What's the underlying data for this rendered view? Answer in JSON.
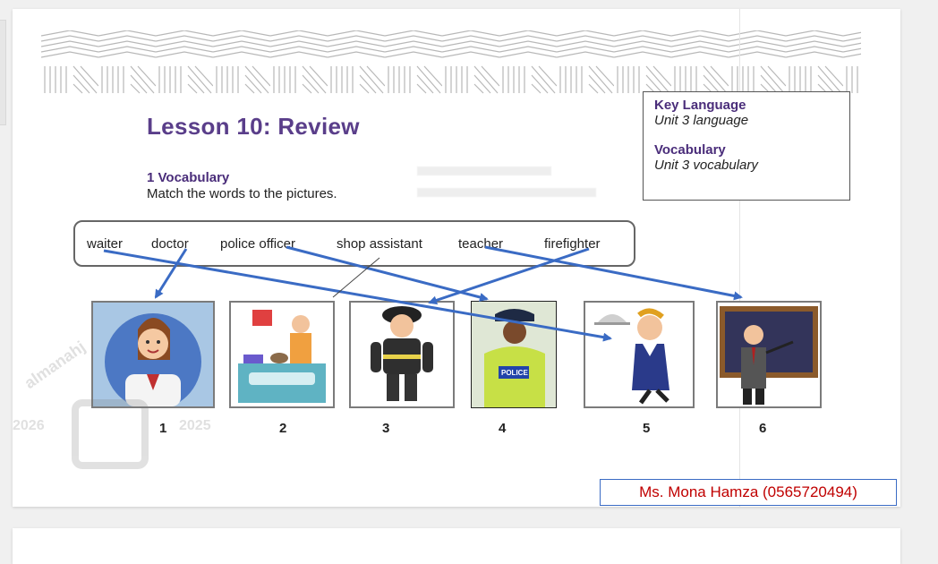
{
  "lesson_title": "Lesson 10: Review",
  "key_box": {
    "key_language_heading": "Key Language",
    "key_language_text": "Unit 3 language",
    "vocabulary_heading": "Vocabulary",
    "vocabulary_text": "Unit 3 vocabulary"
  },
  "section": {
    "title": "1 Vocabulary",
    "instruction": "Match the words to the pictures."
  },
  "words": [
    "waiter",
    "doctor",
    "police officer",
    "shop assistant",
    "teacher",
    "firefighter"
  ],
  "picture_numbers": [
    "1",
    "2",
    "3",
    "4",
    "5",
    "6"
  ],
  "pictures": [
    "doctor",
    "shop assistant",
    "firefighter",
    "police officer",
    "waiter",
    "teacher"
  ],
  "badge_text": "POLICE",
  "watermark_text": [
    "2026",
    "2025",
    "almanahj"
  ],
  "credit": "Ms. Mona Hamza (0565720494)",
  "colors": {
    "title_purple": "#5a3e8a",
    "heading_purple": "#4a2d7a",
    "arrow_blue": "#3a6bc4",
    "credit_red": "#c00000"
  }
}
